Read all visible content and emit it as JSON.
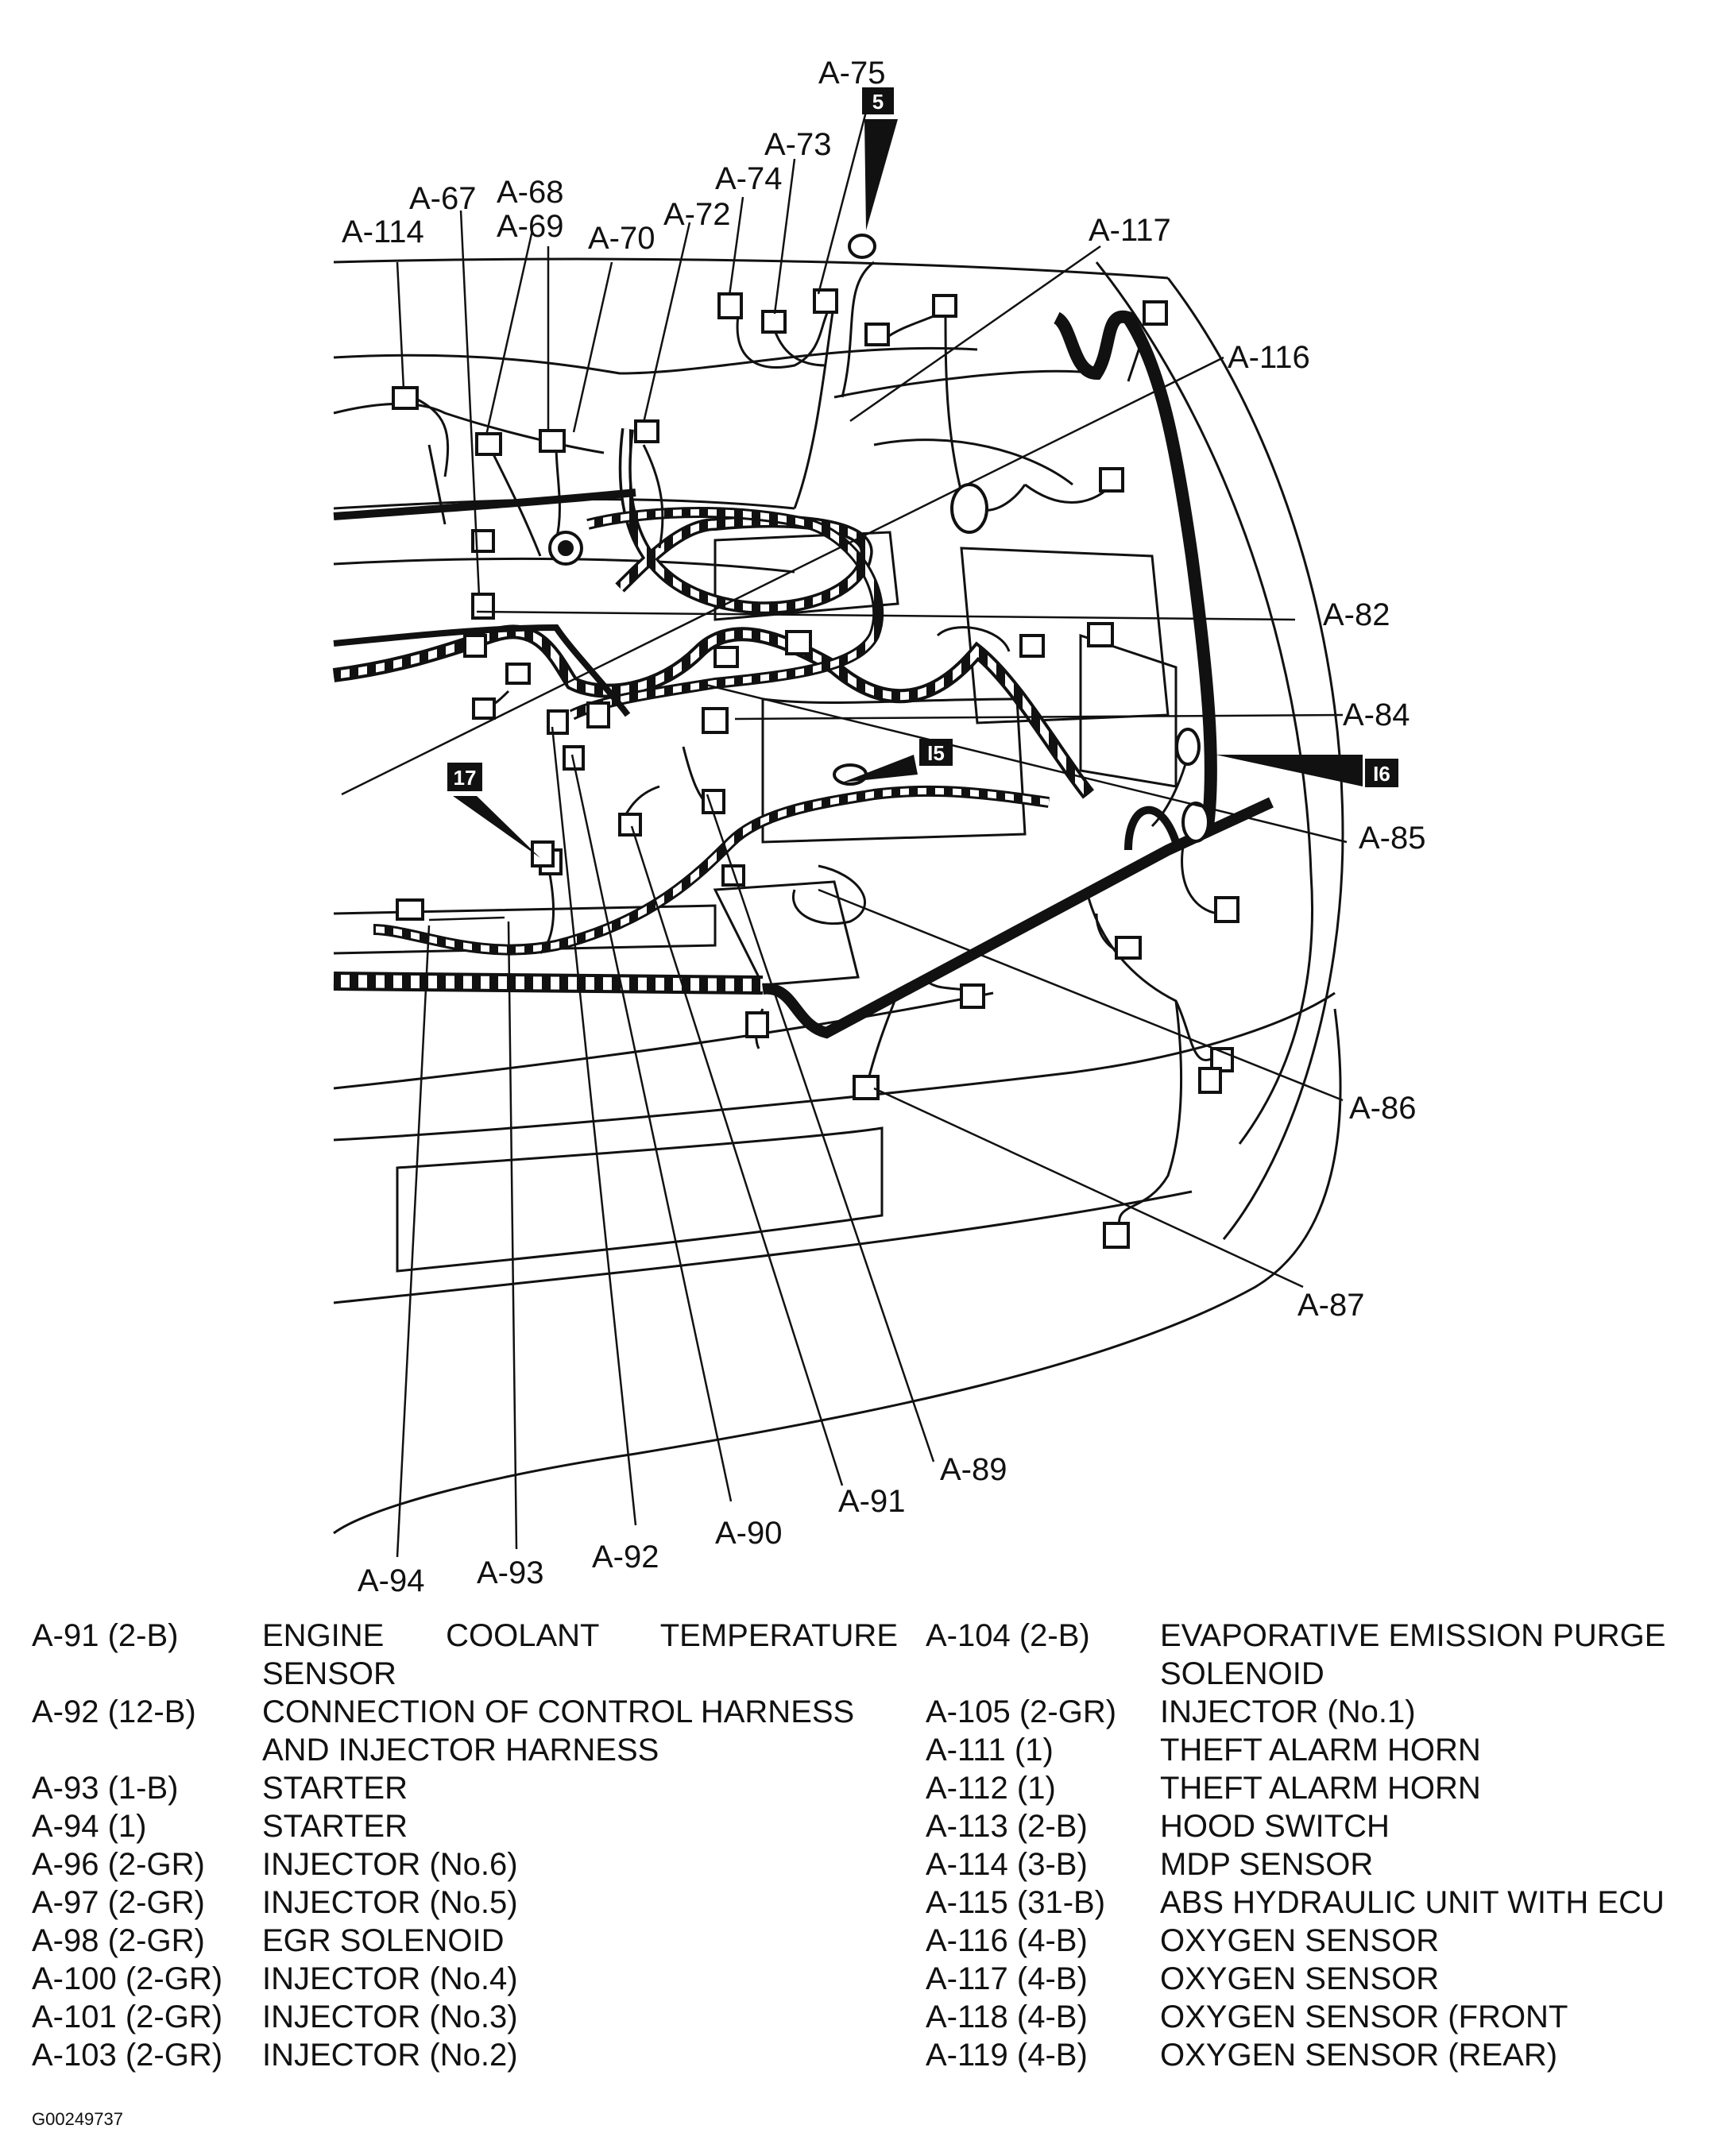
{
  "callouts": [
    {
      "id": "c-a75",
      "text": "A-75"
    },
    {
      "id": "c-a73",
      "text": "A-73"
    },
    {
      "id": "c-a74",
      "text": "A-74"
    },
    {
      "id": "c-a68",
      "text": "A-68"
    },
    {
      "id": "c-a69",
      "text": "A-69"
    },
    {
      "id": "c-a67",
      "text": "A-67"
    },
    {
      "id": "c-a72",
      "text": "A-72"
    },
    {
      "id": "c-a114",
      "text": "A-114"
    },
    {
      "id": "c-a70",
      "text": "A-70"
    },
    {
      "id": "c-a117",
      "text": "A-117"
    },
    {
      "id": "c-a116",
      "text": "A-116"
    },
    {
      "id": "c-a82",
      "text": "A-82"
    },
    {
      "id": "c-a84",
      "text": "A-84"
    },
    {
      "id": "c-a85",
      "text": "A-85"
    },
    {
      "id": "c-a86",
      "text": "A-86"
    },
    {
      "id": "c-a87",
      "text": "A-87"
    },
    {
      "id": "c-a89",
      "text": "A-89"
    },
    {
      "id": "c-a91",
      "text": "A-91"
    },
    {
      "id": "c-a90",
      "text": "A-90"
    },
    {
      "id": "c-a92",
      "text": "A-92"
    },
    {
      "id": "c-a93",
      "text": "A-93"
    },
    {
      "id": "c-a94",
      "text": "A-94"
    }
  ],
  "badges": {
    "b5": "5",
    "b15": "I5",
    "b16": "I6",
    "b17": "17"
  },
  "legend_left": [
    {
      "code": "A-91 (2-B)",
      "desc": "ENGINE COOLANT TEMPERATURE SENSOR"
    },
    {
      "code": "A-92 (12-B)",
      "desc": "CONNECTION OF CONTROL HARNESS AND INJECTOR HARNESS"
    },
    {
      "code": "A-93 (1-B)",
      "desc": "STARTER"
    },
    {
      "code": "A-94 (1)",
      "desc": "STARTER"
    },
    {
      "code": "A-96 (2-GR)",
      "desc": "INJECTOR (No.6)"
    },
    {
      "code": "A-97 (2-GR)",
      "desc": "INJECTOR (No.5)"
    },
    {
      "code": "A-98 (2-GR)",
      "desc": "EGR SOLENOID"
    },
    {
      "code": "A-100 (2-GR)",
      "desc": "INJECTOR (No.4)"
    },
    {
      "code": "A-101 (2-GR)",
      "desc": "INJECTOR (No.3)"
    },
    {
      "code": "A-103 (2-GR)",
      "desc": "INJECTOR (No.2)"
    }
  ],
  "legend_right": [
    {
      "code": "A-104 (2-B)",
      "desc": "EVAPORATIVE EMISSION PURGE SOLENOID"
    },
    {
      "code": "A-105 (2-GR)",
      "desc": "INJECTOR (No.1)"
    },
    {
      "code": "A-111 (1)",
      "desc": "THEFT ALARM HORN"
    },
    {
      "code": "A-112 (1)",
      "desc": "THEFT ALARM HORN"
    },
    {
      "code": "A-113 (2-B)",
      "desc": "HOOD SWITCH"
    },
    {
      "code": "A-114 (3-B)",
      "desc": "MDP SENSOR"
    },
    {
      "code": "A-115 (31-B)",
      "desc": "ABS HYDRAULIC UNIT WITH ECU"
    },
    {
      "code": "A-116 (4-B)",
      "desc": "OXYGEN SENSOR"
    },
    {
      "code": "A-117 (4-B)",
      "desc": "OXYGEN SENSOR"
    },
    {
      "code": "A-118 (4-B)",
      "desc": "OXYGEN SENSOR (FRONT"
    },
    {
      "code": "A-119 (4-B)",
      "desc": "OXYGEN SENSOR (REAR)"
    }
  ],
  "figure_id": "G00249737"
}
